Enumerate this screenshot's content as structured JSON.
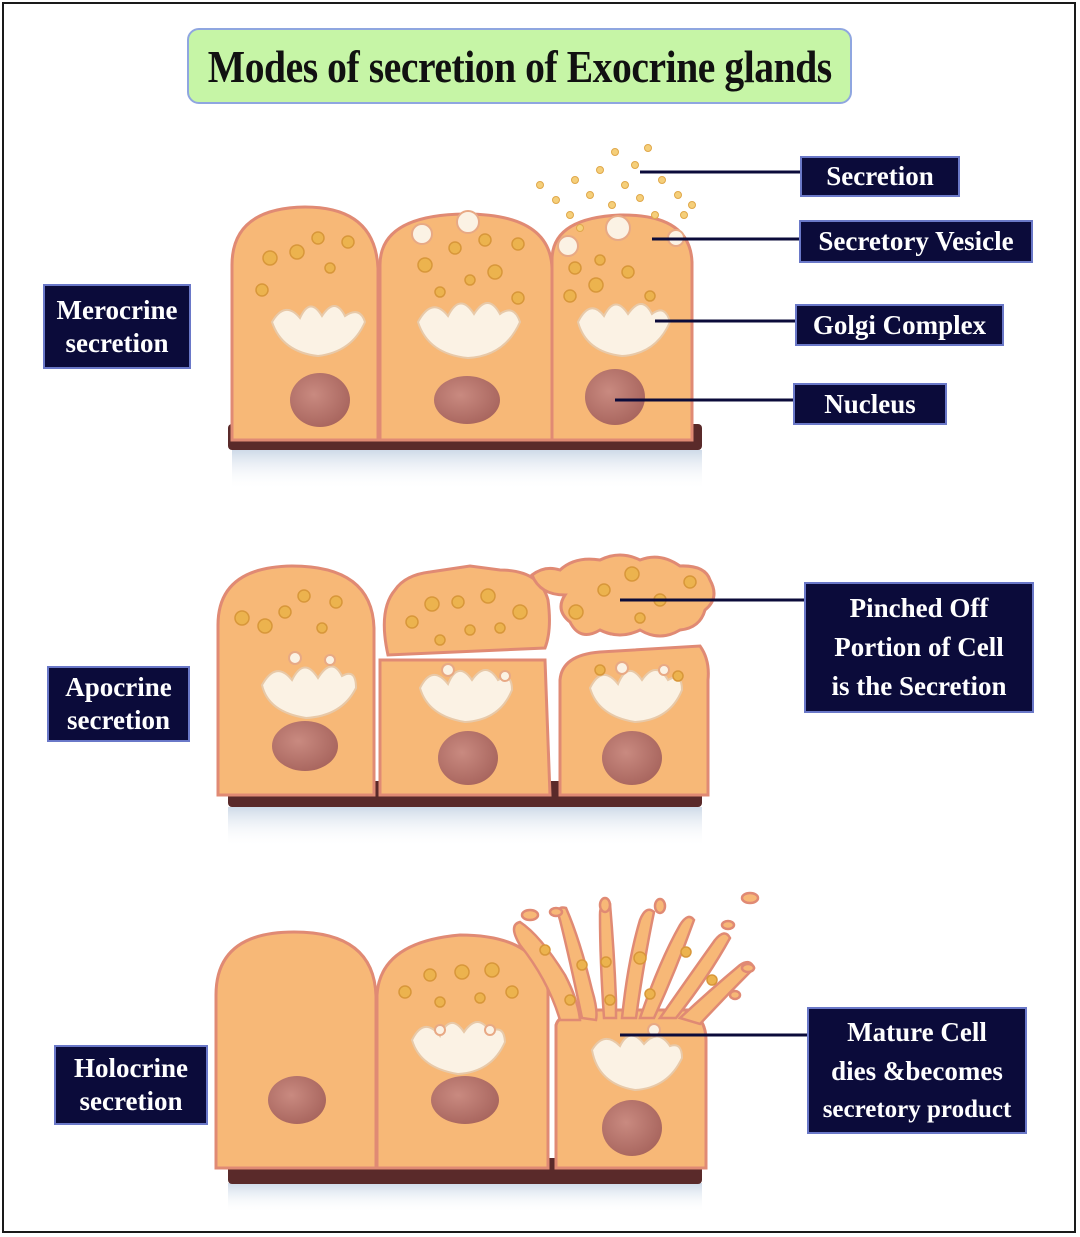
{
  "title": "Modes of secretion of Exocrine glands",
  "modes": {
    "merocrine": [
      "Merocrine",
      "secretion"
    ],
    "apocrine": [
      "Apocrine",
      "secretion"
    ],
    "holocrine": [
      "Holocrine",
      "secretion"
    ]
  },
  "callouts": {
    "secretion": "Secretion",
    "secretory_vesicle": "Secretory Vesicle",
    "golgi_complex": "Golgi Complex",
    "nucleus": "Nucleus",
    "pinched_off": [
      "Pinched Off",
      "Portion of Cell",
      "is the Secretion"
    ],
    "mature_cell": [
      "Mature Cell",
      "dies &becomes",
      "secretory product"
    ]
  },
  "colors": {
    "cell_fill": "#f7b877",
    "cell_edge": "#e08a74",
    "nucleus": "#b8726a",
    "golgi": "#fbf2e4",
    "granule": "#ecb34e",
    "basement": "#5a2a2a",
    "label_bg": "#0b0b3a",
    "title_bg": "#c6f5a6"
  }
}
